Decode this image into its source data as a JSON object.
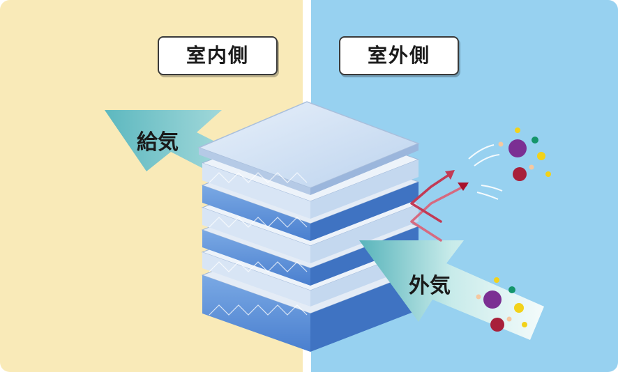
{
  "labels": {
    "indoor": "室内側",
    "outdoor": "室外側"
  },
  "arrows": {
    "supply_air": "給気",
    "outside_air": "外気"
  },
  "colors": {
    "indoor_bg": "#f9eab8",
    "outdoor_bg": "#97d1f0",
    "arrow_teal": "#6fbfc4",
    "filter_blue": "#5b8fd6",
    "filter_light": "#cfe0f3",
    "redirect_red": "#b0102a",
    "particle_purple": "#7b2f93",
    "particle_red": "#a8203a",
    "particle_yellow": "#f2d21a",
    "particle_green": "#14956b",
    "particle_peach": "#f5c8a0"
  },
  "icons": [
    "particle-icon",
    "redirect-arrow-icon",
    "air-arrow-icon"
  ]
}
